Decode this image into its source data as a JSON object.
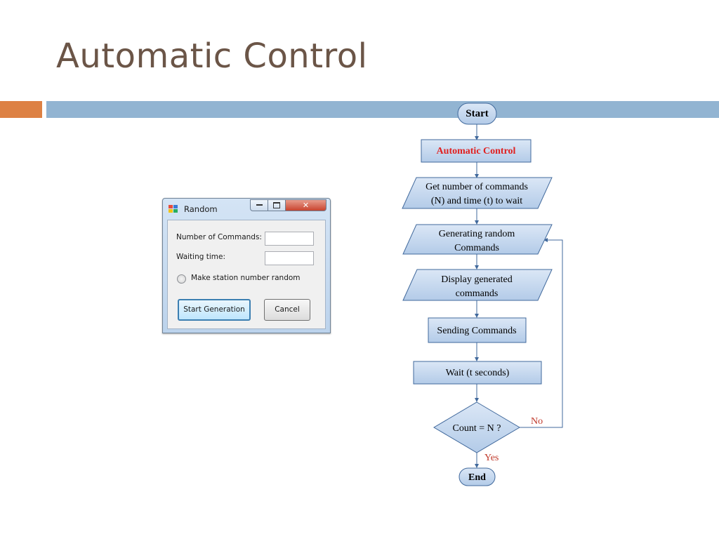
{
  "slide": {
    "title": "Automatic Control"
  },
  "dialog": {
    "title": "Random",
    "window_controls": {
      "minimize": "minimize-icon",
      "maximize": "maximize-icon",
      "close": "close-icon"
    },
    "fields": [
      {
        "label": "Number of Commands:",
        "value": ""
      },
      {
        "label": "Waiting time:",
        "value": ""
      }
    ],
    "radio_label": "Make station number random",
    "radio_checked": false,
    "buttons": {
      "start": "Start Generation",
      "cancel": "Cancel"
    }
  },
  "flowchart": {
    "start": "Start",
    "step1": "Automatic Control",
    "step2": [
      "Get number of commands",
      "(N) and time (t) to wait"
    ],
    "step3": [
      "Generating random",
      "Commands"
    ],
    "step4": [
      "Display generated",
      "commands"
    ],
    "step5": "Sending Commands",
    "step6": "Wait (t seconds)",
    "decision": "Count = N ?",
    "no_label": "No",
    "yes_label": "Yes",
    "end": "End"
  },
  "colors": {
    "title_text": "#6b5547",
    "accent_orange": "#dd8144",
    "accent_blue": "#92b4d2",
    "node_fill": "#c6d9f1",
    "node_border": "#41699c",
    "highlight_text": "#e02020",
    "branch_label": "#c0392b"
  }
}
